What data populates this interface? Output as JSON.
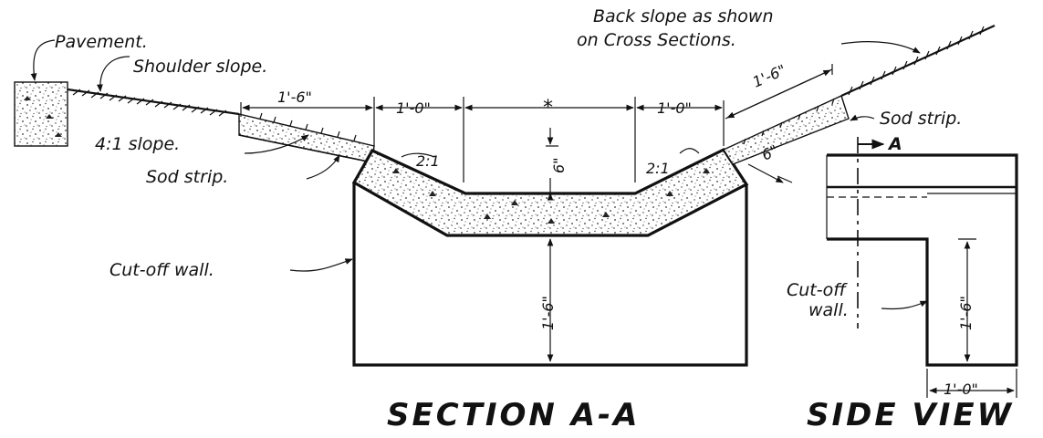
{
  "titles": {
    "section": "SECTION A-A",
    "side_view": "SIDE VIEW"
  },
  "labels": {
    "pavement": "Pavement.",
    "shoulder_slope": "Shoulder slope.",
    "back_slope_line1": "Back slope as shown",
    "back_slope_line2": "on Cross Sections.",
    "slope_4_1": "4:1 slope.",
    "sod_strip_left": "Sod strip.",
    "sod_strip_right": "Sod strip.",
    "cutoff_wall": "Cut-off wall.",
    "side_cutoff_line1": "Cut-off",
    "side_cutoff_line2": "wall.",
    "section_marker": "A"
  },
  "dimensions": {
    "left_sod_width": "1'-6\"",
    "left_one_foot": "1'-0\"",
    "star": "*",
    "right_one_foot": "1'-0\"",
    "right_sod_width": "1'-6\"",
    "slab_depth": "6\"",
    "right_thickness": "6\"",
    "ratio_left": "2:1",
    "ratio_right": "2:1",
    "wall_depth": "1'-6\"",
    "side_wall_depth": "1'-6\"",
    "side_wall_width": "1'-0\""
  }
}
